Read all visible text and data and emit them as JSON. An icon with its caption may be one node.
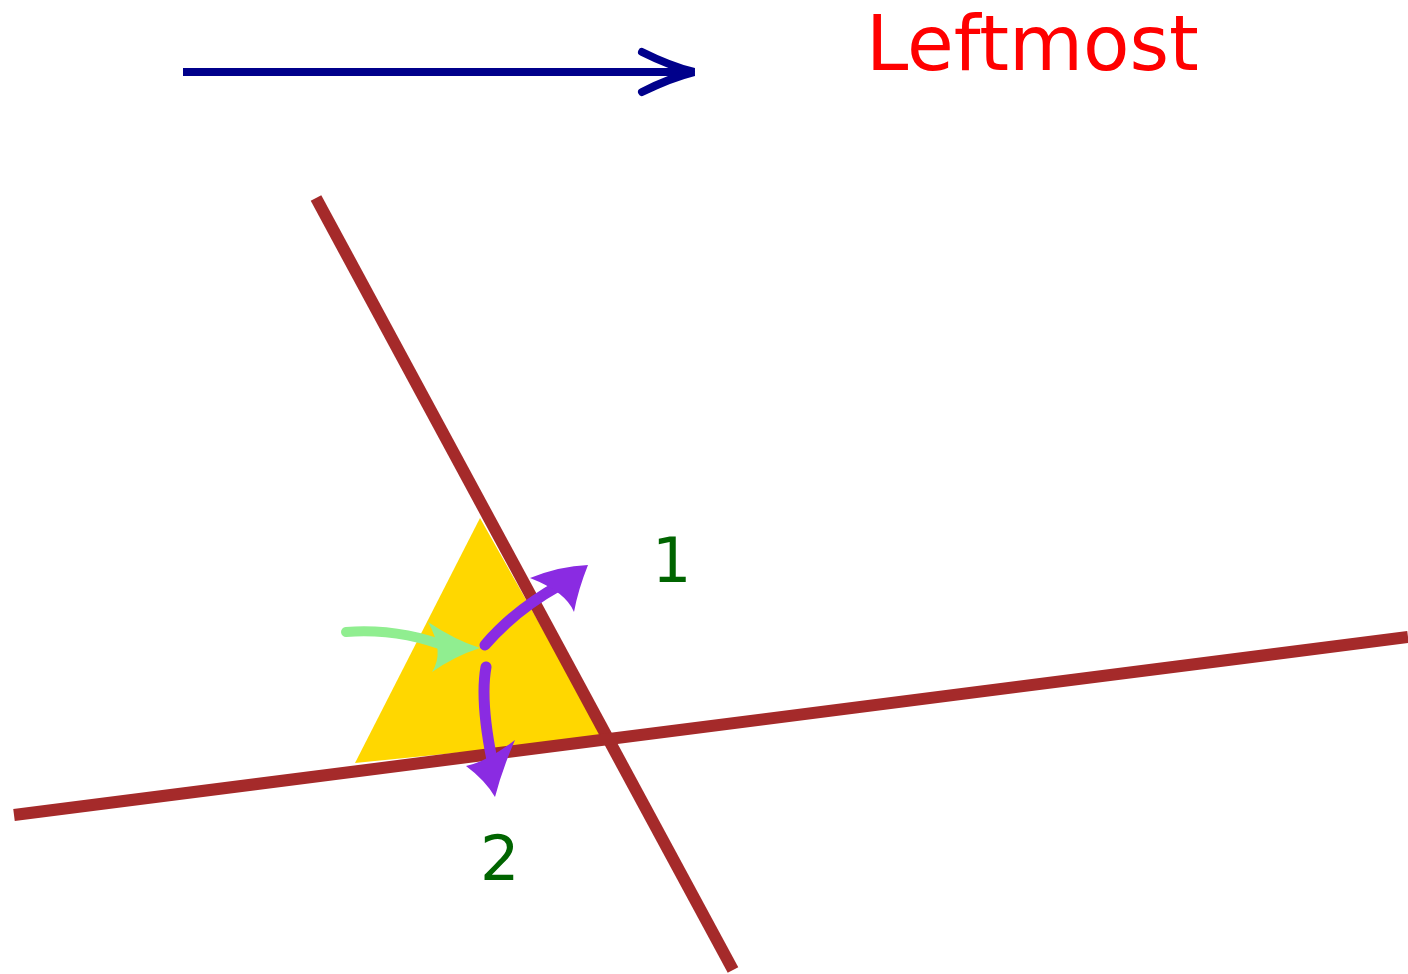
{
  "diagram": {
    "labels": [
      "Leftmost",
      "1",
      "2"
    ]
  }
}
